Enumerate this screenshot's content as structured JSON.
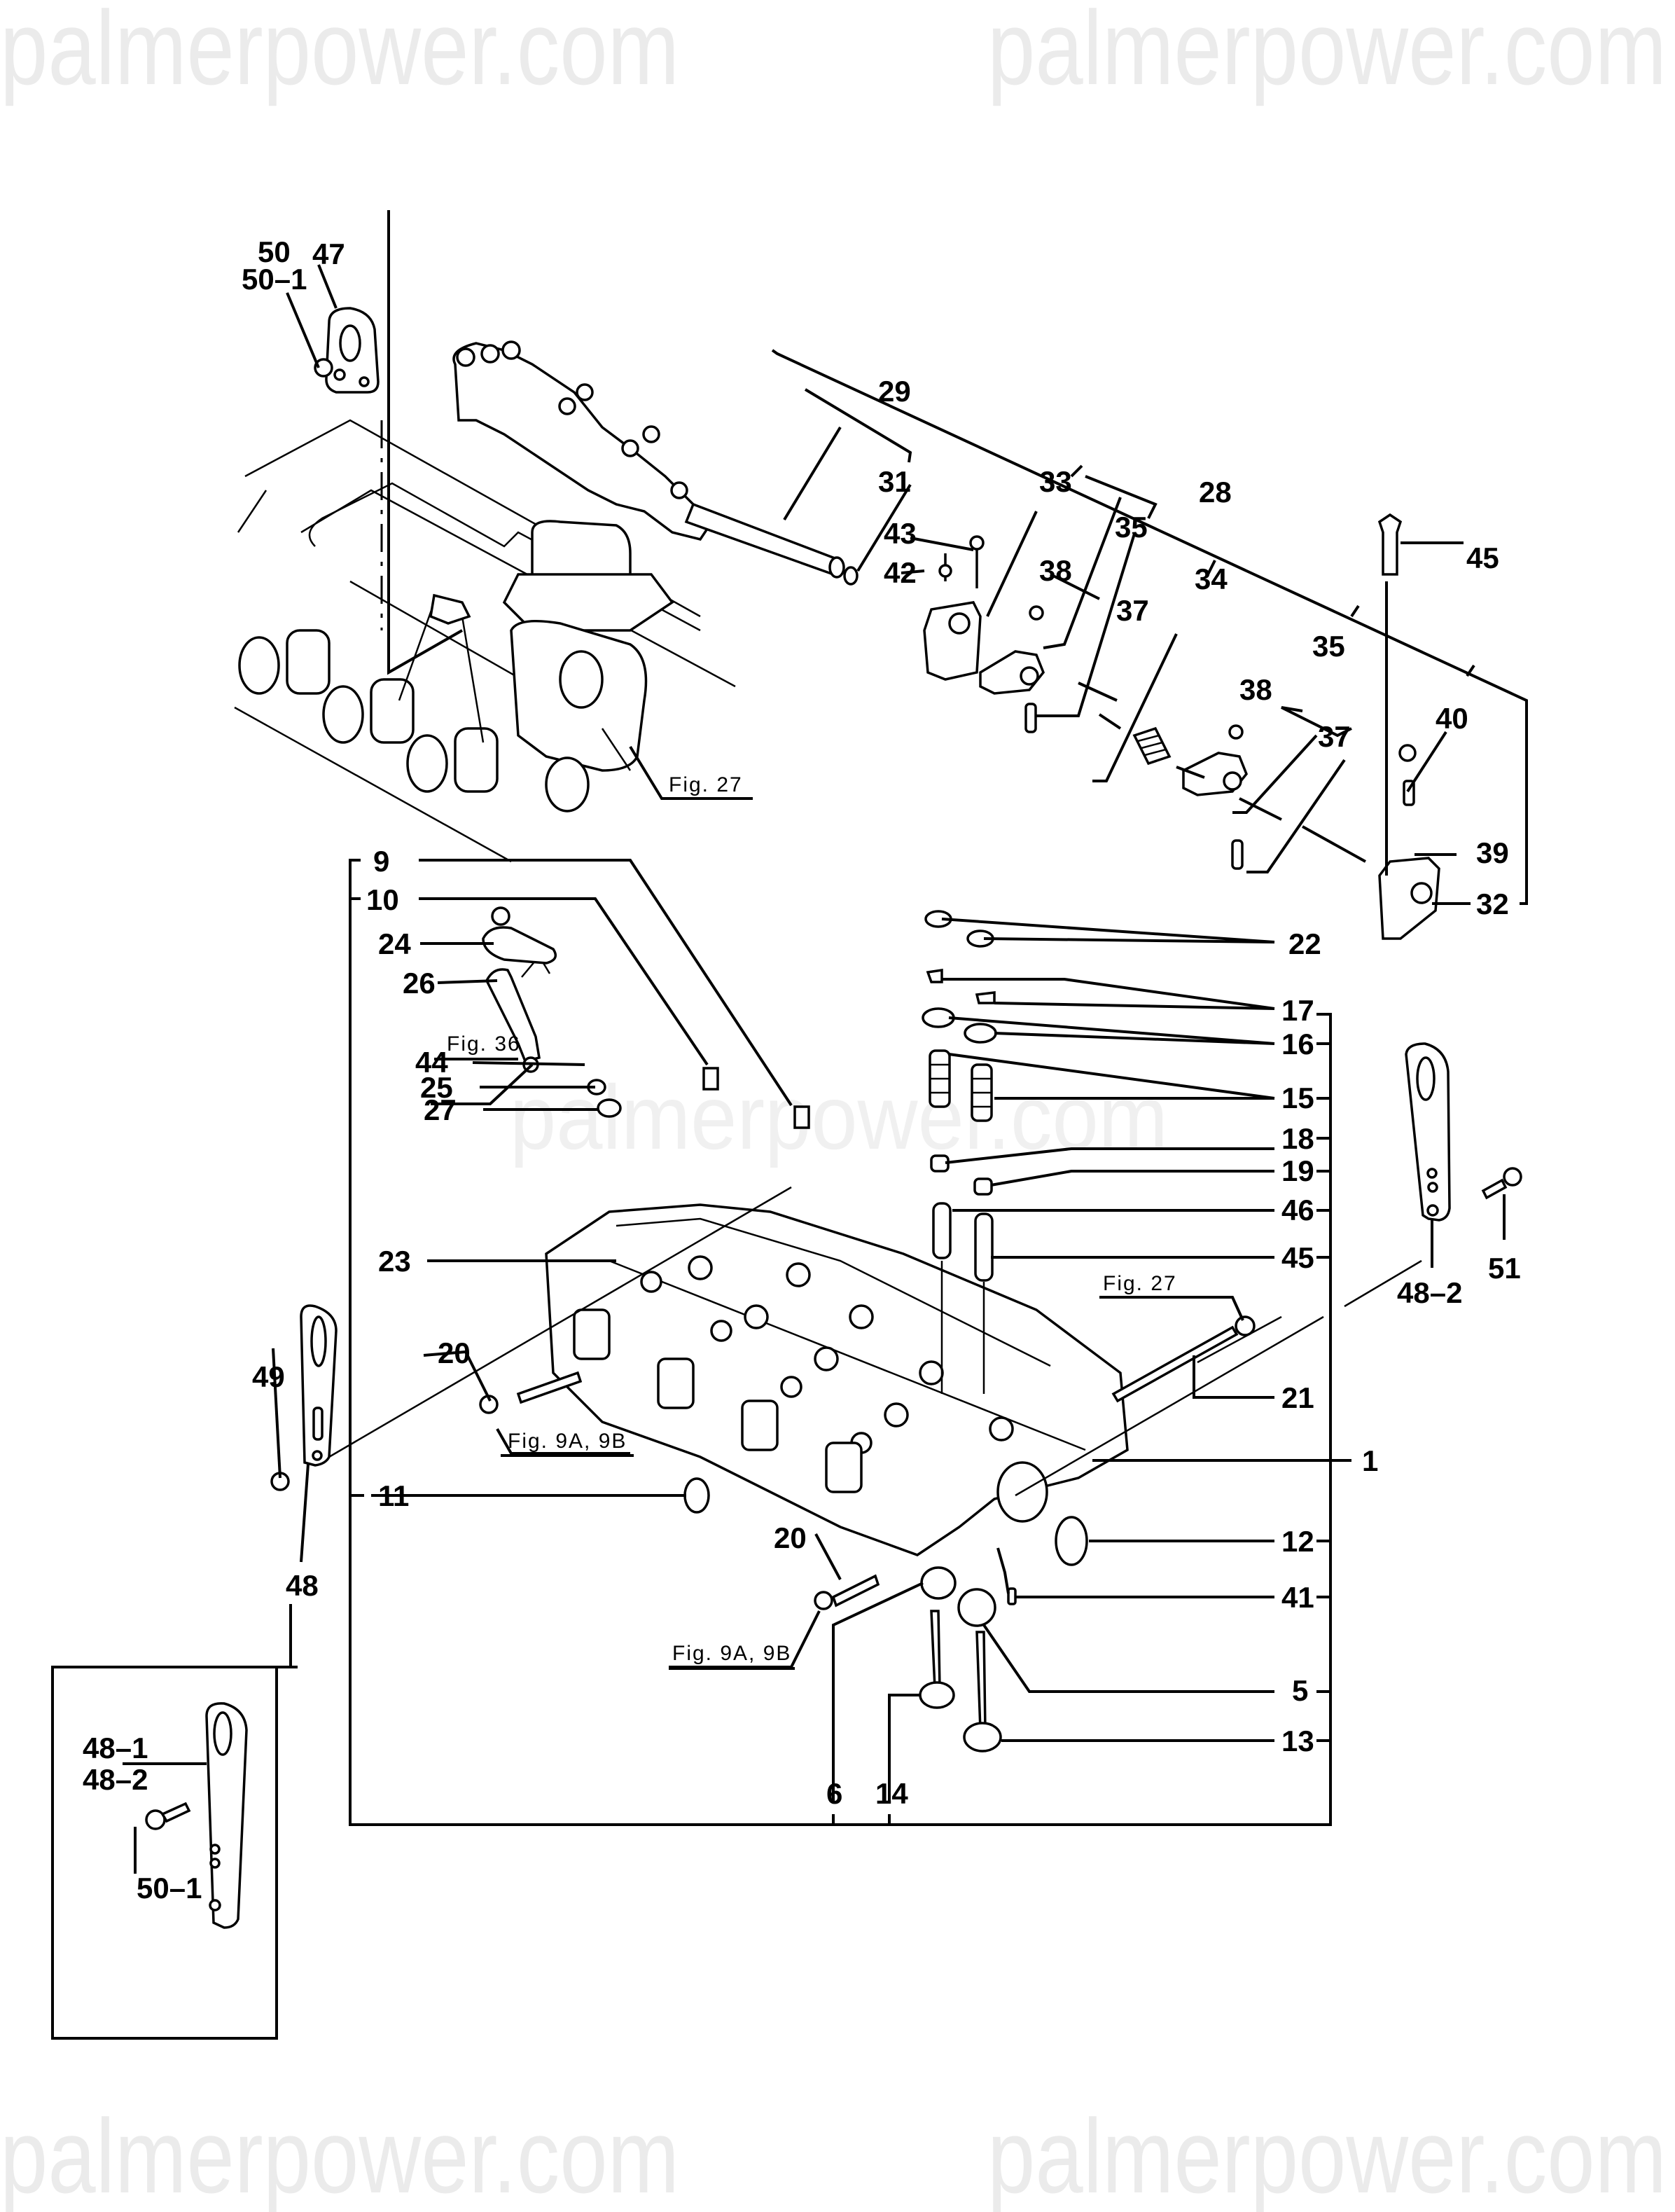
{
  "watermark": "palmerpower.com",
  "title": "Cylinder head and rocker arm exploded parts diagram",
  "figure_refs": {
    "fig27_top": "Fig. 27",
    "fig27_mid": "Fig. 27",
    "fig36": "Fig. 36",
    "fig9_left": "Fig. 9A, 9B",
    "fig9_bottom": "Fig. 9A, 9B"
  },
  "callouts": {
    "p1": "1",
    "p5": "5",
    "p6": "6",
    "p9": "9",
    "p10": "10",
    "p11": "11",
    "p12": "12",
    "p13": "13",
    "p14": "14",
    "p15": "15",
    "p16": "16",
    "p17": "17",
    "p18": "18",
    "p19": "19",
    "p20a": "20",
    "p20b": "20",
    "p21": "21",
    "p22": "22",
    "p23": "23",
    "p24": "24",
    "p25": "25",
    "p26": "26",
    "p27": "27",
    "p28": "28",
    "p29": "29",
    "p31": "31",
    "p32": "32",
    "p33": "33",
    "p34": "34",
    "p35a": "35",
    "p35b": "35",
    "p37a": "37",
    "p37b": "37",
    "p38a": "38",
    "p38b": "38",
    "p39": "39",
    "p40": "40",
    "p41": "41",
    "p42": "42",
    "p43": "43",
    "p44": "44",
    "p45a": "45",
    "p45b": "45",
    "p46": "46",
    "p47": "47",
    "p48": "48",
    "p48_2": "48–2",
    "p49": "49",
    "p50": "50",
    "p50_1": "50–1",
    "p51": "51"
  },
  "inset": {
    "label_48_1": "48–1",
    "label_48_2": "48–2",
    "label_50_1": "50–1"
  }
}
